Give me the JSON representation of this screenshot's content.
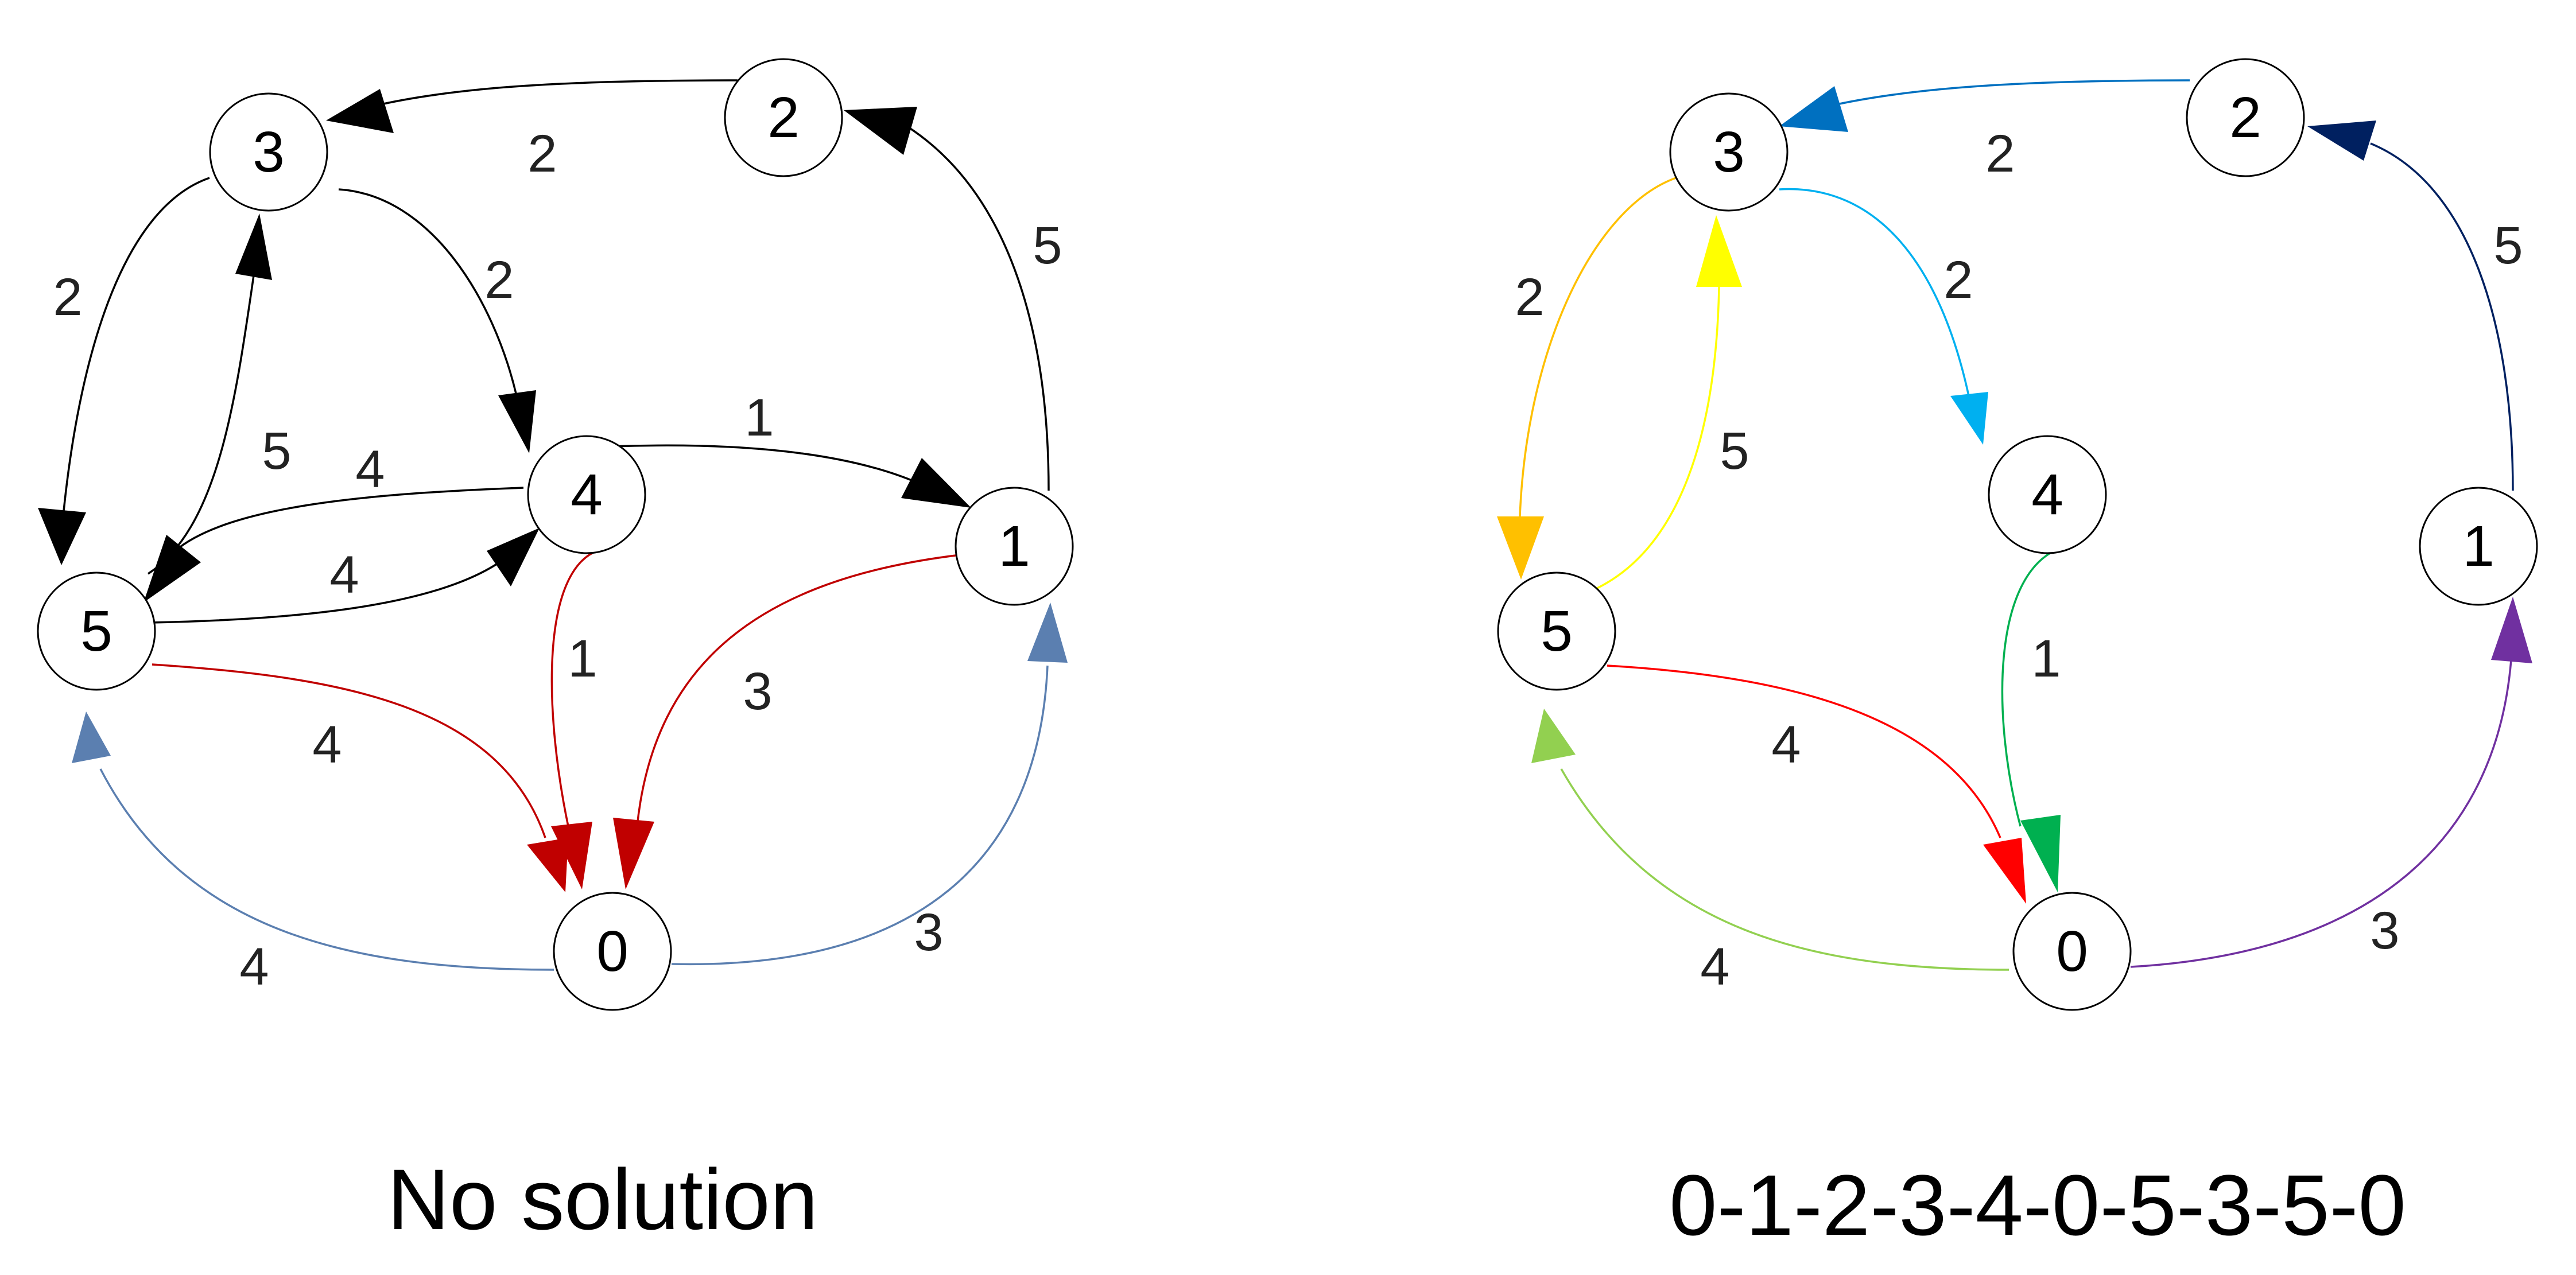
{
  "diagrams": [
    {
      "caption": "No solution",
      "nodes": [
        {
          "id": "0",
          "label": "0"
        },
        {
          "id": "1",
          "label": "1"
        },
        {
          "id": "2",
          "label": "2"
        },
        {
          "id": "3",
          "label": "3"
        },
        {
          "id": "4",
          "label": "4"
        },
        {
          "id": "5",
          "label": "5"
        }
      ],
      "edges": [
        {
          "from": "2",
          "to": "3",
          "weight": "2",
          "color": "#000000"
        },
        {
          "from": "1",
          "to": "2",
          "weight": "5",
          "color": "#000000"
        },
        {
          "from": "3",
          "to": "5",
          "weight": "2",
          "color": "#000000"
        },
        {
          "from": "3",
          "to": "4",
          "weight": "2",
          "color": "#000000"
        },
        {
          "from": "5",
          "to": "3",
          "weight": "5",
          "color": "#000000"
        },
        {
          "from": "4",
          "to": "5",
          "weight": "4",
          "color": "#000000"
        },
        {
          "from": "5",
          "to": "4",
          "weight": "4",
          "color": "#000000"
        },
        {
          "from": "4",
          "to": "1",
          "weight": "1",
          "color": "#000000"
        },
        {
          "from": "4",
          "to": "0",
          "weight": "1",
          "color": "#c00000"
        },
        {
          "from": "1",
          "to": "0",
          "weight": "3",
          "color": "#c00000"
        },
        {
          "from": "5",
          "to": "0",
          "weight": "4",
          "color": "#c00000"
        },
        {
          "from": "0",
          "to": "5",
          "weight": "4",
          "color": "#5b7fb0"
        },
        {
          "from": "0",
          "to": "1",
          "weight": "3",
          "color": "#5b7fb0"
        }
      ]
    },
    {
      "caption": "0-1-2-3-4-0-5-3-5-0",
      "nodes": [
        {
          "id": "0",
          "label": "0"
        },
        {
          "id": "1",
          "label": "1"
        },
        {
          "id": "2",
          "label": "2"
        },
        {
          "id": "3",
          "label": "3"
        },
        {
          "id": "4",
          "label": "4"
        },
        {
          "id": "5",
          "label": "5"
        }
      ],
      "edges": [
        {
          "from": "0",
          "to": "1",
          "weight": "3",
          "color": "#7030a0"
        },
        {
          "from": "1",
          "to": "2",
          "weight": "5",
          "color": "#002060"
        },
        {
          "from": "2",
          "to": "3",
          "weight": "2",
          "color": "#0070c0"
        },
        {
          "from": "3",
          "to": "4",
          "weight": "2",
          "color": "#00b0f0"
        },
        {
          "from": "4",
          "to": "0",
          "weight": "1",
          "color": "#00b050"
        },
        {
          "from": "0",
          "to": "5",
          "weight": "4",
          "color": "#92d050"
        },
        {
          "from": "5",
          "to": "3",
          "weight": "5",
          "color": "#ffff00"
        },
        {
          "from": "3",
          "to": "5",
          "weight": "2",
          "color": "#ffc000"
        },
        {
          "from": "5",
          "to": "0",
          "weight": "4",
          "color": "#ff0000"
        }
      ]
    }
  ]
}
